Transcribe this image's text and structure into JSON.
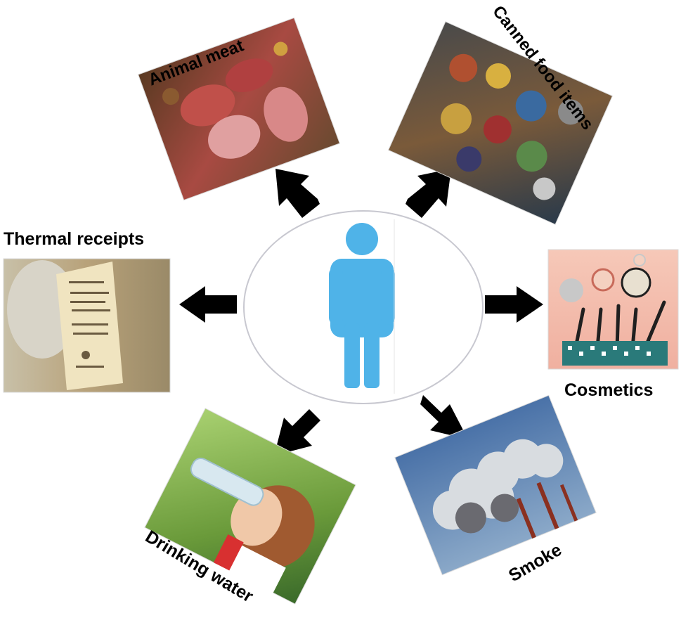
{
  "center": {
    "figure": "person-icon",
    "figure_color": "#4fb3e8",
    "circle_stroke": "#c8c8d0"
  },
  "sources": [
    {
      "id": "animal-meat",
      "label": "Animal meat",
      "icon": "meat-photo",
      "palette": [
        "#7a4a2a",
        "#c0504a",
        "#e8a0a0"
      ]
    },
    {
      "id": "canned-food",
      "label": "Canned food items",
      "icon": "cans-photo",
      "palette": [
        "#3a3a3a",
        "#b05030",
        "#d8b040"
      ]
    },
    {
      "id": "thermal-receipts",
      "label": "Thermal receipts",
      "icon": "receipt-photo",
      "palette": [
        "#b8a878",
        "#f0e4c0",
        "#6a5a40"
      ]
    },
    {
      "id": "cosmetics",
      "label": "Cosmetics",
      "icon": "cosmetics-photo",
      "palette": [
        "#f0b8a8",
        "#303030",
        "#2a7a7a"
      ]
    },
    {
      "id": "drinking-water",
      "label": "Drinking water",
      "icon": "water-photo",
      "palette": [
        "#8ab84a",
        "#d8e8f0",
        "#a05a30"
      ]
    },
    {
      "id": "smoke",
      "label": "Smoke",
      "icon": "smoke-photo",
      "palette": [
        "#5a7aa0",
        "#c8ccd0",
        "#8a3020"
      ]
    }
  ],
  "arrow_color": "#000000"
}
